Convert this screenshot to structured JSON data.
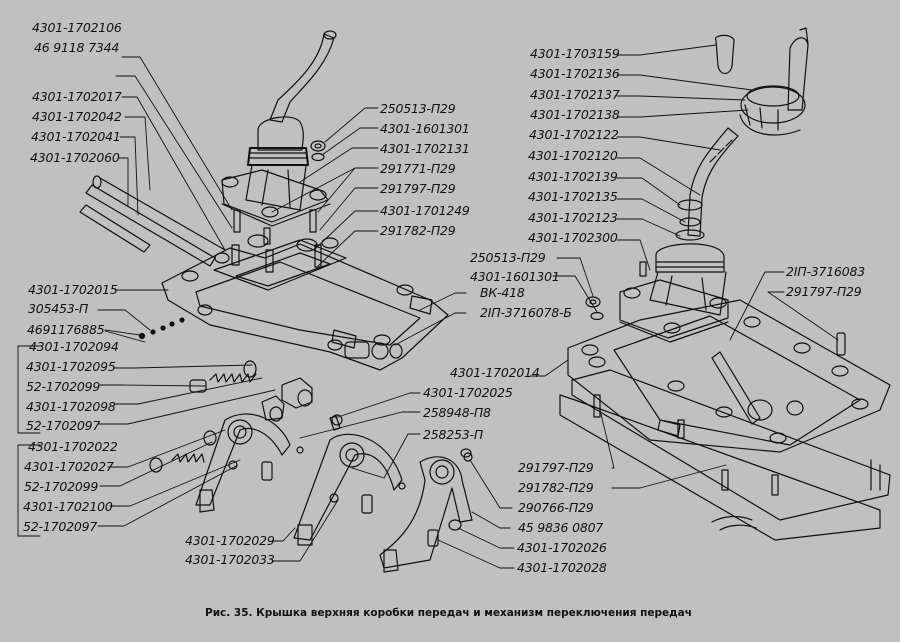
{
  "figure": {
    "caption": "Рис. 35. Крышка верхняя коробки передач и механизм переключения передач",
    "background": "#c0c0c0",
    "ink": "#111111"
  },
  "labels_left": [
    "4301-1702106",
    "46 9118 7344",
    "4301-1702017",
    "4301-1702042",
    "4301-1702041",
    "4301-1702060",
    "4301-1702015",
    "305453-П",
    "4691176885",
    "4301-1702094",
    "4301-1702095",
    "52-1702099",
    "4301-1702098",
    "52-1702097",
    "4301-1702022",
    "4301-1702027",
    "52-1702099",
    "4301-1702100",
    "52-1702097"
  ],
  "labels_center": [
    "250513-П29",
    "4301-1601301",
    "4301-1702131",
    "291771-П29",
    "291797-П29",
    "4301-1701249",
    "291782-П29",
    "ВК-418",
    "2IП-3716078-Б",
    "4301-1702014",
    "4301-1702025",
    "258948-П8",
    "258253-П",
    "4301-1702029",
    "4301-1702033"
  ],
  "labels_right": [
    "4301-1703159",
    "4301-1702136",
    "4301-1702137",
    "4301-1702138",
    "4301-1702122",
    "4301-1702120",
    "4301-1702139",
    "4301-1702135",
    "4301-1702123",
    "4301-1702300",
    "250513-П29",
    "4301-1601301",
    "2IП-3716083",
    "291797-П29",
    "291797-П29",
    "291782-П29",
    "290766-П29",
    "45 9836 0807",
    "4301-1702026",
    "4301-1702028"
  ]
}
